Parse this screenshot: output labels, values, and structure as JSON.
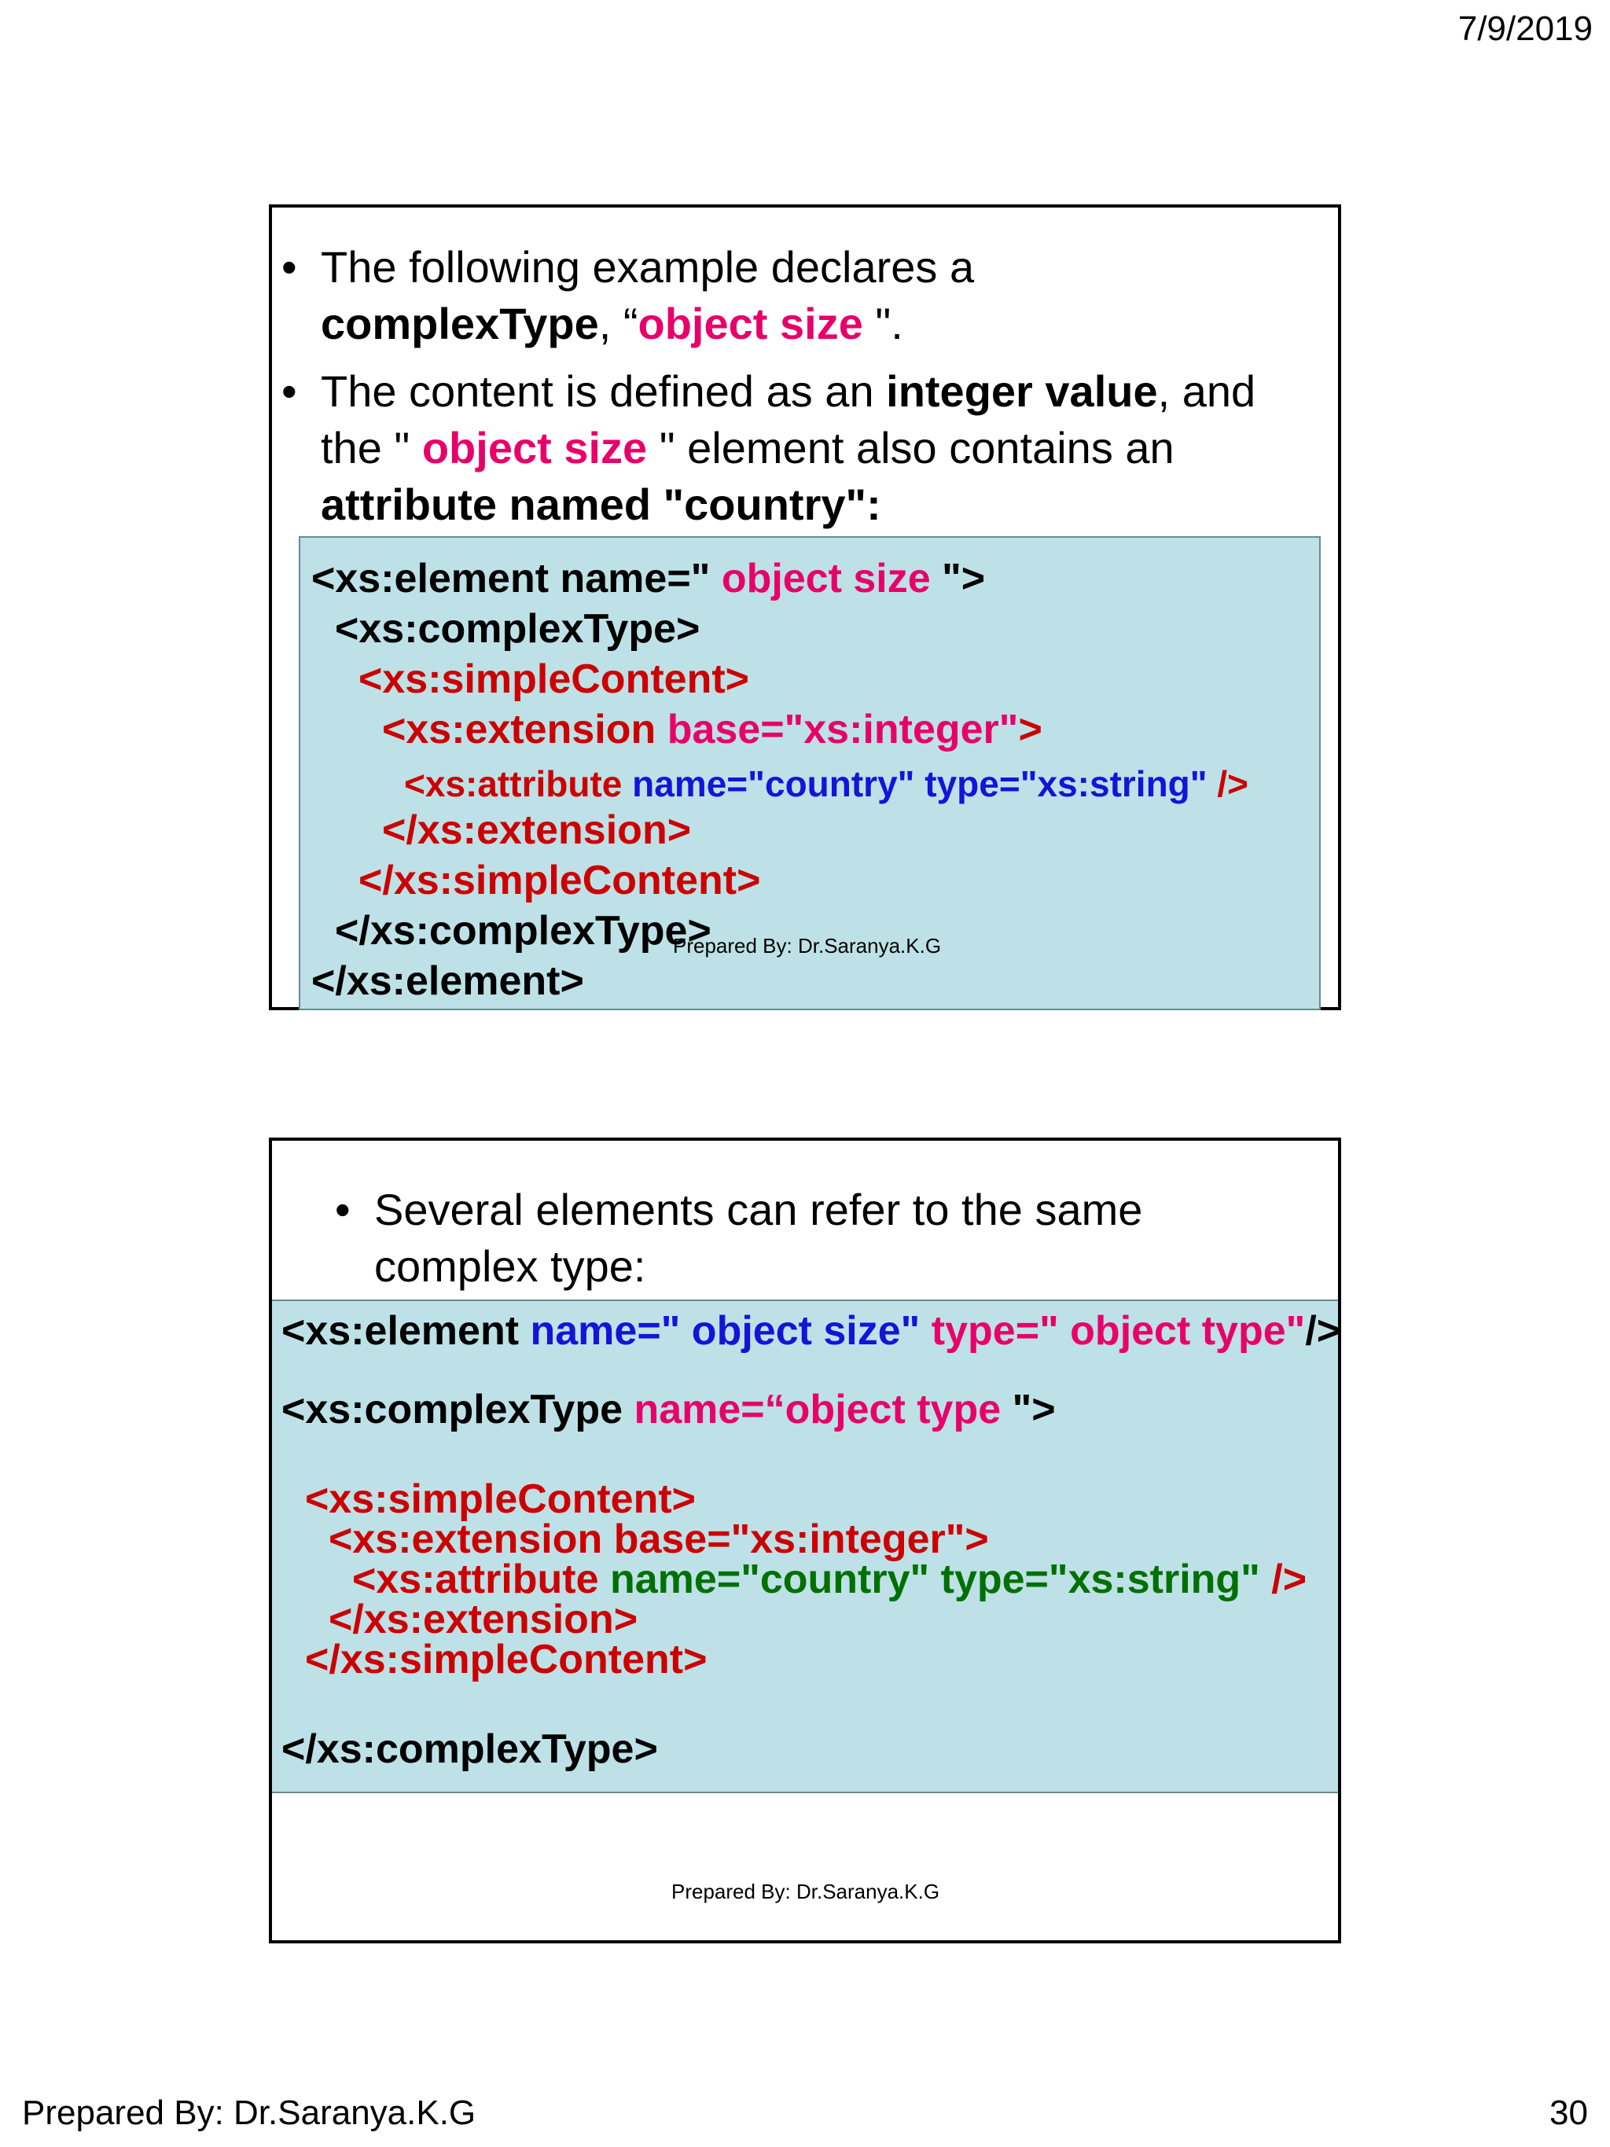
{
  "header": {
    "date": "7/9/2019"
  },
  "footer": {
    "author": "Prepared By: Dr.Saranya.K.G",
    "page_number": "30"
  },
  "slide1": {
    "bullet1": {
      "t1": "The following example declares a",
      "t2": "complexType",
      "t3": ", “",
      "t4": "object size",
      "t5": " \"."
    },
    "bullet2": {
      "t1": "The content is defined as an ",
      "t2": "integer value",
      "t3": ", and",
      "t4": "the \" ",
      "t5": "object size",
      "t6": " \" element also contains an",
      "t7": "attribute named \"country\":"
    },
    "code": {
      "l1a": "<xs:element name=\" ",
      "l1b": "object size",
      "l1c": " \">",
      "l2": "<xs:complexType>",
      "l3": "<xs:simpleContent>",
      "l4a": "<xs:extension ",
      "l4b": "base=\"xs:integer\"",
      "l4c": ">",
      "l5a": "<xs:attribute ",
      "l5b": "name=\"country\" type=\"xs:string\"",
      "l5c": " />",
      "l6": "</xs:extension>",
      "l7": "</xs:simpleContent>",
      "l8": "</xs:complexType>",
      "l9": "</xs:element>"
    },
    "watermark": "Prepared By: Dr.Saranya.K.G"
  },
  "slide2": {
    "bullet1": {
      "t1": "Several elements can refer to the same",
      "t2": "complex type:"
    },
    "code": {
      "l1a": "<xs:element ",
      "l1b": "name=\" object size\"",
      "l1c": " type=\" object type\"",
      "l1d": "/>",
      "l2a": "<xs:complexType ",
      "l2b": "name=“object type ",
      "l2c": "\">",
      "l3": "<xs:simpleContent>",
      "l4": "<xs:extension base=\"xs:integer\">",
      "l5a": "<xs:attribute ",
      "l5b": "name=\"country\" type=\"xs:string\"",
      "l5c": " />",
      "l6": "</xs:extension>",
      "l7": "</xs:simpleContent>",
      "l8": "</xs:complexType>"
    },
    "watermark": "Prepared By: Dr.Saranya.K.G"
  }
}
